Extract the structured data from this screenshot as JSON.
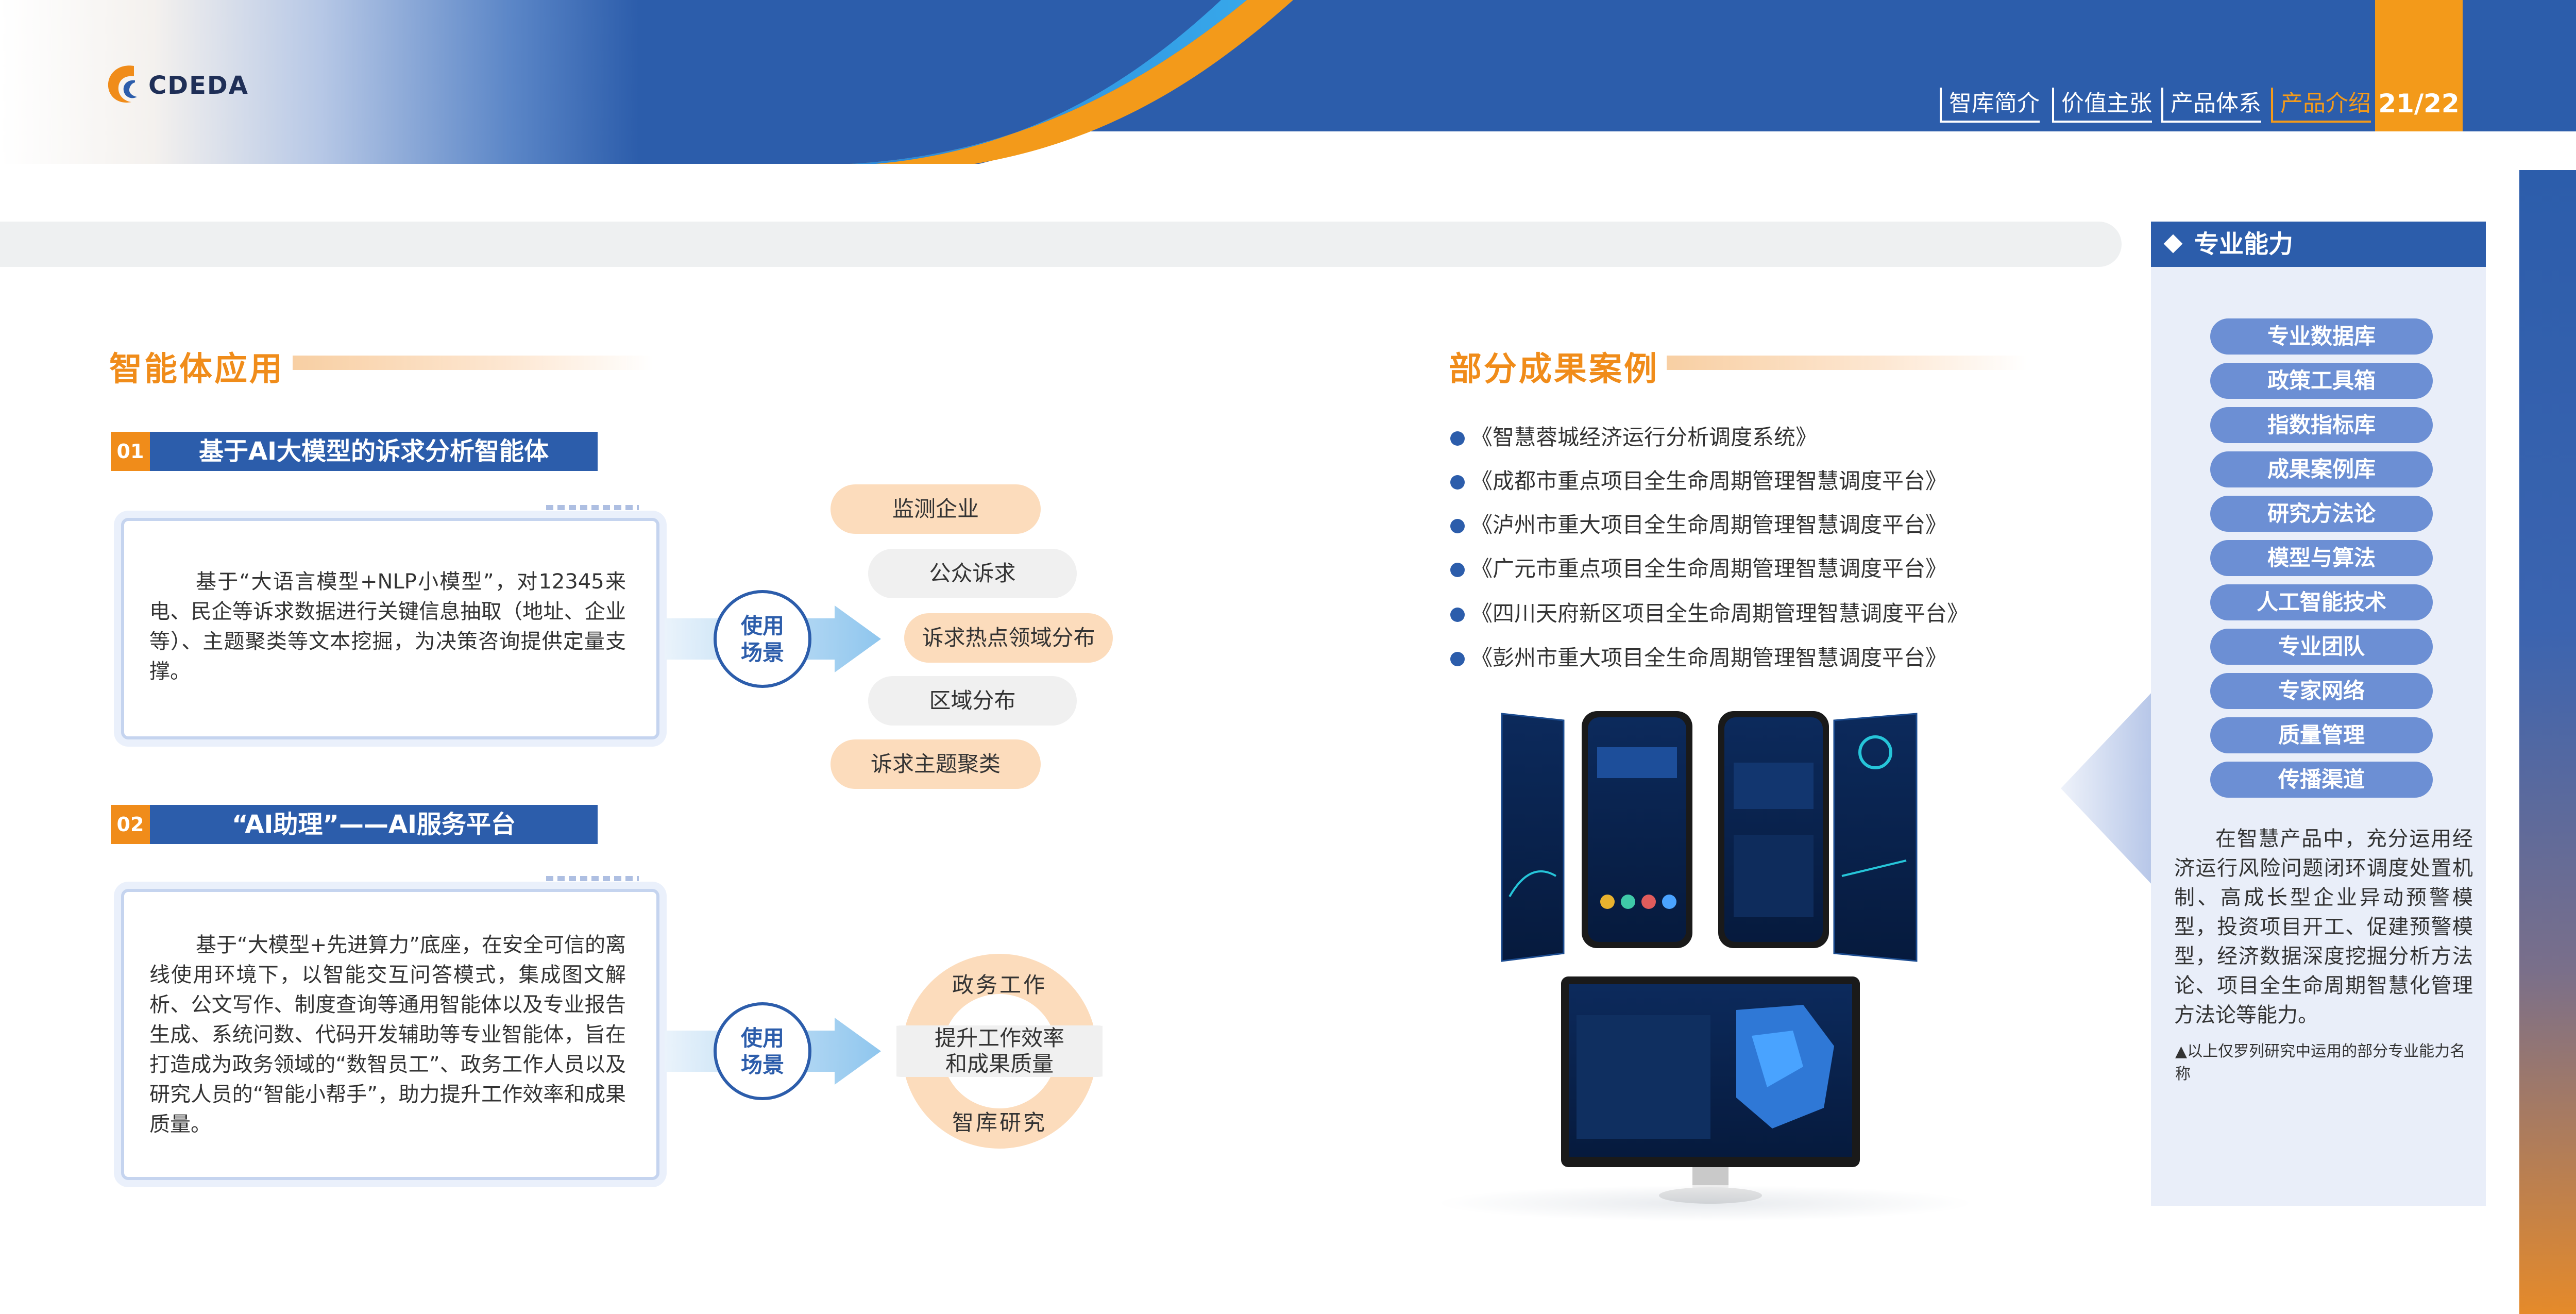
{
  "header": {
    "logo_text": "CDEDA",
    "nav": [
      "智库简介",
      "价值主张",
      "产品体系",
      "产品介绍"
    ],
    "active_index": 3,
    "page_number": "21/22",
    "colors": {
      "primary": "#2c5dab",
      "accent": "#f08c1a"
    }
  },
  "left": {
    "section_title": "智能体应用",
    "item1": {
      "num": "01",
      "title": "基于AI大模型的诉求分析智能体",
      "text": "基于“大语言模型+NLP小模型”，对12345来电、民企等诉求数据进行关键信息抽取（地址、企业等）、主题聚类等文本挖掘，为决策咨询提供定量支撑。",
      "use_label_1": "使用",
      "use_label_2": "场景",
      "scenarios": [
        "监测企业",
        "公众诉求",
        "诉求热点领域分布",
        "区域分布",
        "诉求主题聚类"
      ]
    },
    "item2": {
      "num": "02",
      "title": "“AI助理”——AI服务平台",
      "text": "基于“大模型+先进算力”底座，在安全可信的离线使用环境下，以智能交互问答模式，集成图文解析、公文写作、制度查询等通用智能体以及专业报告生成、系统问数、代码开发辅助等专业智能体，旨在打造成为政务领域的“数智员工”、政务工作人员以及研究人员的“智能小帮手”，助力提升工作效率和成果质量。",
      "use_label_1": "使用",
      "use_label_2": "场景",
      "ring_top": "政务工作",
      "ring_center_1": "提升工作效率",
      "ring_center_2": "和成果质量",
      "ring_bottom": "智库研究"
    }
  },
  "middle": {
    "section_title": "部分成果案例",
    "cases": [
      "《智慧蓉城经济运行分析调度系统》",
      "《成都市重点项目全生命周期管理智慧调度平台》",
      "《泸州市重大项目全生命周期管理智慧调度平台》",
      "《广元市重点项目全生命周期管理智慧调度平台》",
      "《四川天府新区项目全生命周期管理智慧调度平台》",
      "《彭州市重大项目全生命周期管理智慧调度平台》"
    ]
  },
  "right": {
    "title": "专业能力",
    "capabilities": [
      "专业数据库",
      "政策工具箱",
      "指数指标库",
      "成果案例库",
      "研究方法论",
      "模型与算法",
      "人工智能技术",
      "专业团队",
      "专家网络",
      "质量管理",
      "传播渠道"
    ],
    "paragraph": "在智慧产品中，充分运用经济运行风险问题闭环调度处置机制、高成长型企业异动预警模型，投资项目开工、促建预警模型，经济数据深度挖掘分析方法论、项目全生命周期智慧化管理方法论等能力。",
    "note": "▲以上仅罗列研究中运用的部分专业能力名称"
  }
}
